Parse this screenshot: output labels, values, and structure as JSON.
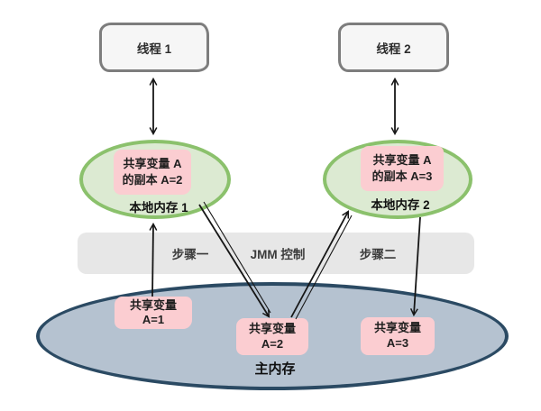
{
  "colors": {
    "thread_fill": "#f6f6f6",
    "thread_border": "#7d7d7d",
    "local_memory_fill": "#dcead2",
    "local_memory_border": "#8bc16c",
    "variable_fill": "#fbcdd1",
    "bar_fill": "#e7e7e7",
    "main_memory_fill": "#b5c2d0",
    "main_memory_border": "#2b4a63",
    "arrow": "#161616",
    "text_dark": "#262626"
  },
  "threads": [
    {
      "label": "线程 1"
    },
    {
      "label": "线程 2"
    }
  ],
  "local_memories": [
    {
      "label": "本地内存 1",
      "variable": "共享变量 A\n的副本 A=2"
    },
    {
      "label": "本地内存 2",
      "variable": "共享变量 A\n的副本 A=3"
    }
  ],
  "jmm_bar": {
    "step_one": "步骤一",
    "control": "JMM 控制",
    "step_two": "步骤二"
  },
  "main_memory": {
    "label": "主内存",
    "variables": [
      "共享变量\nA=1",
      "共享变量\nA=2",
      "共享变量\nA=3"
    ]
  }
}
